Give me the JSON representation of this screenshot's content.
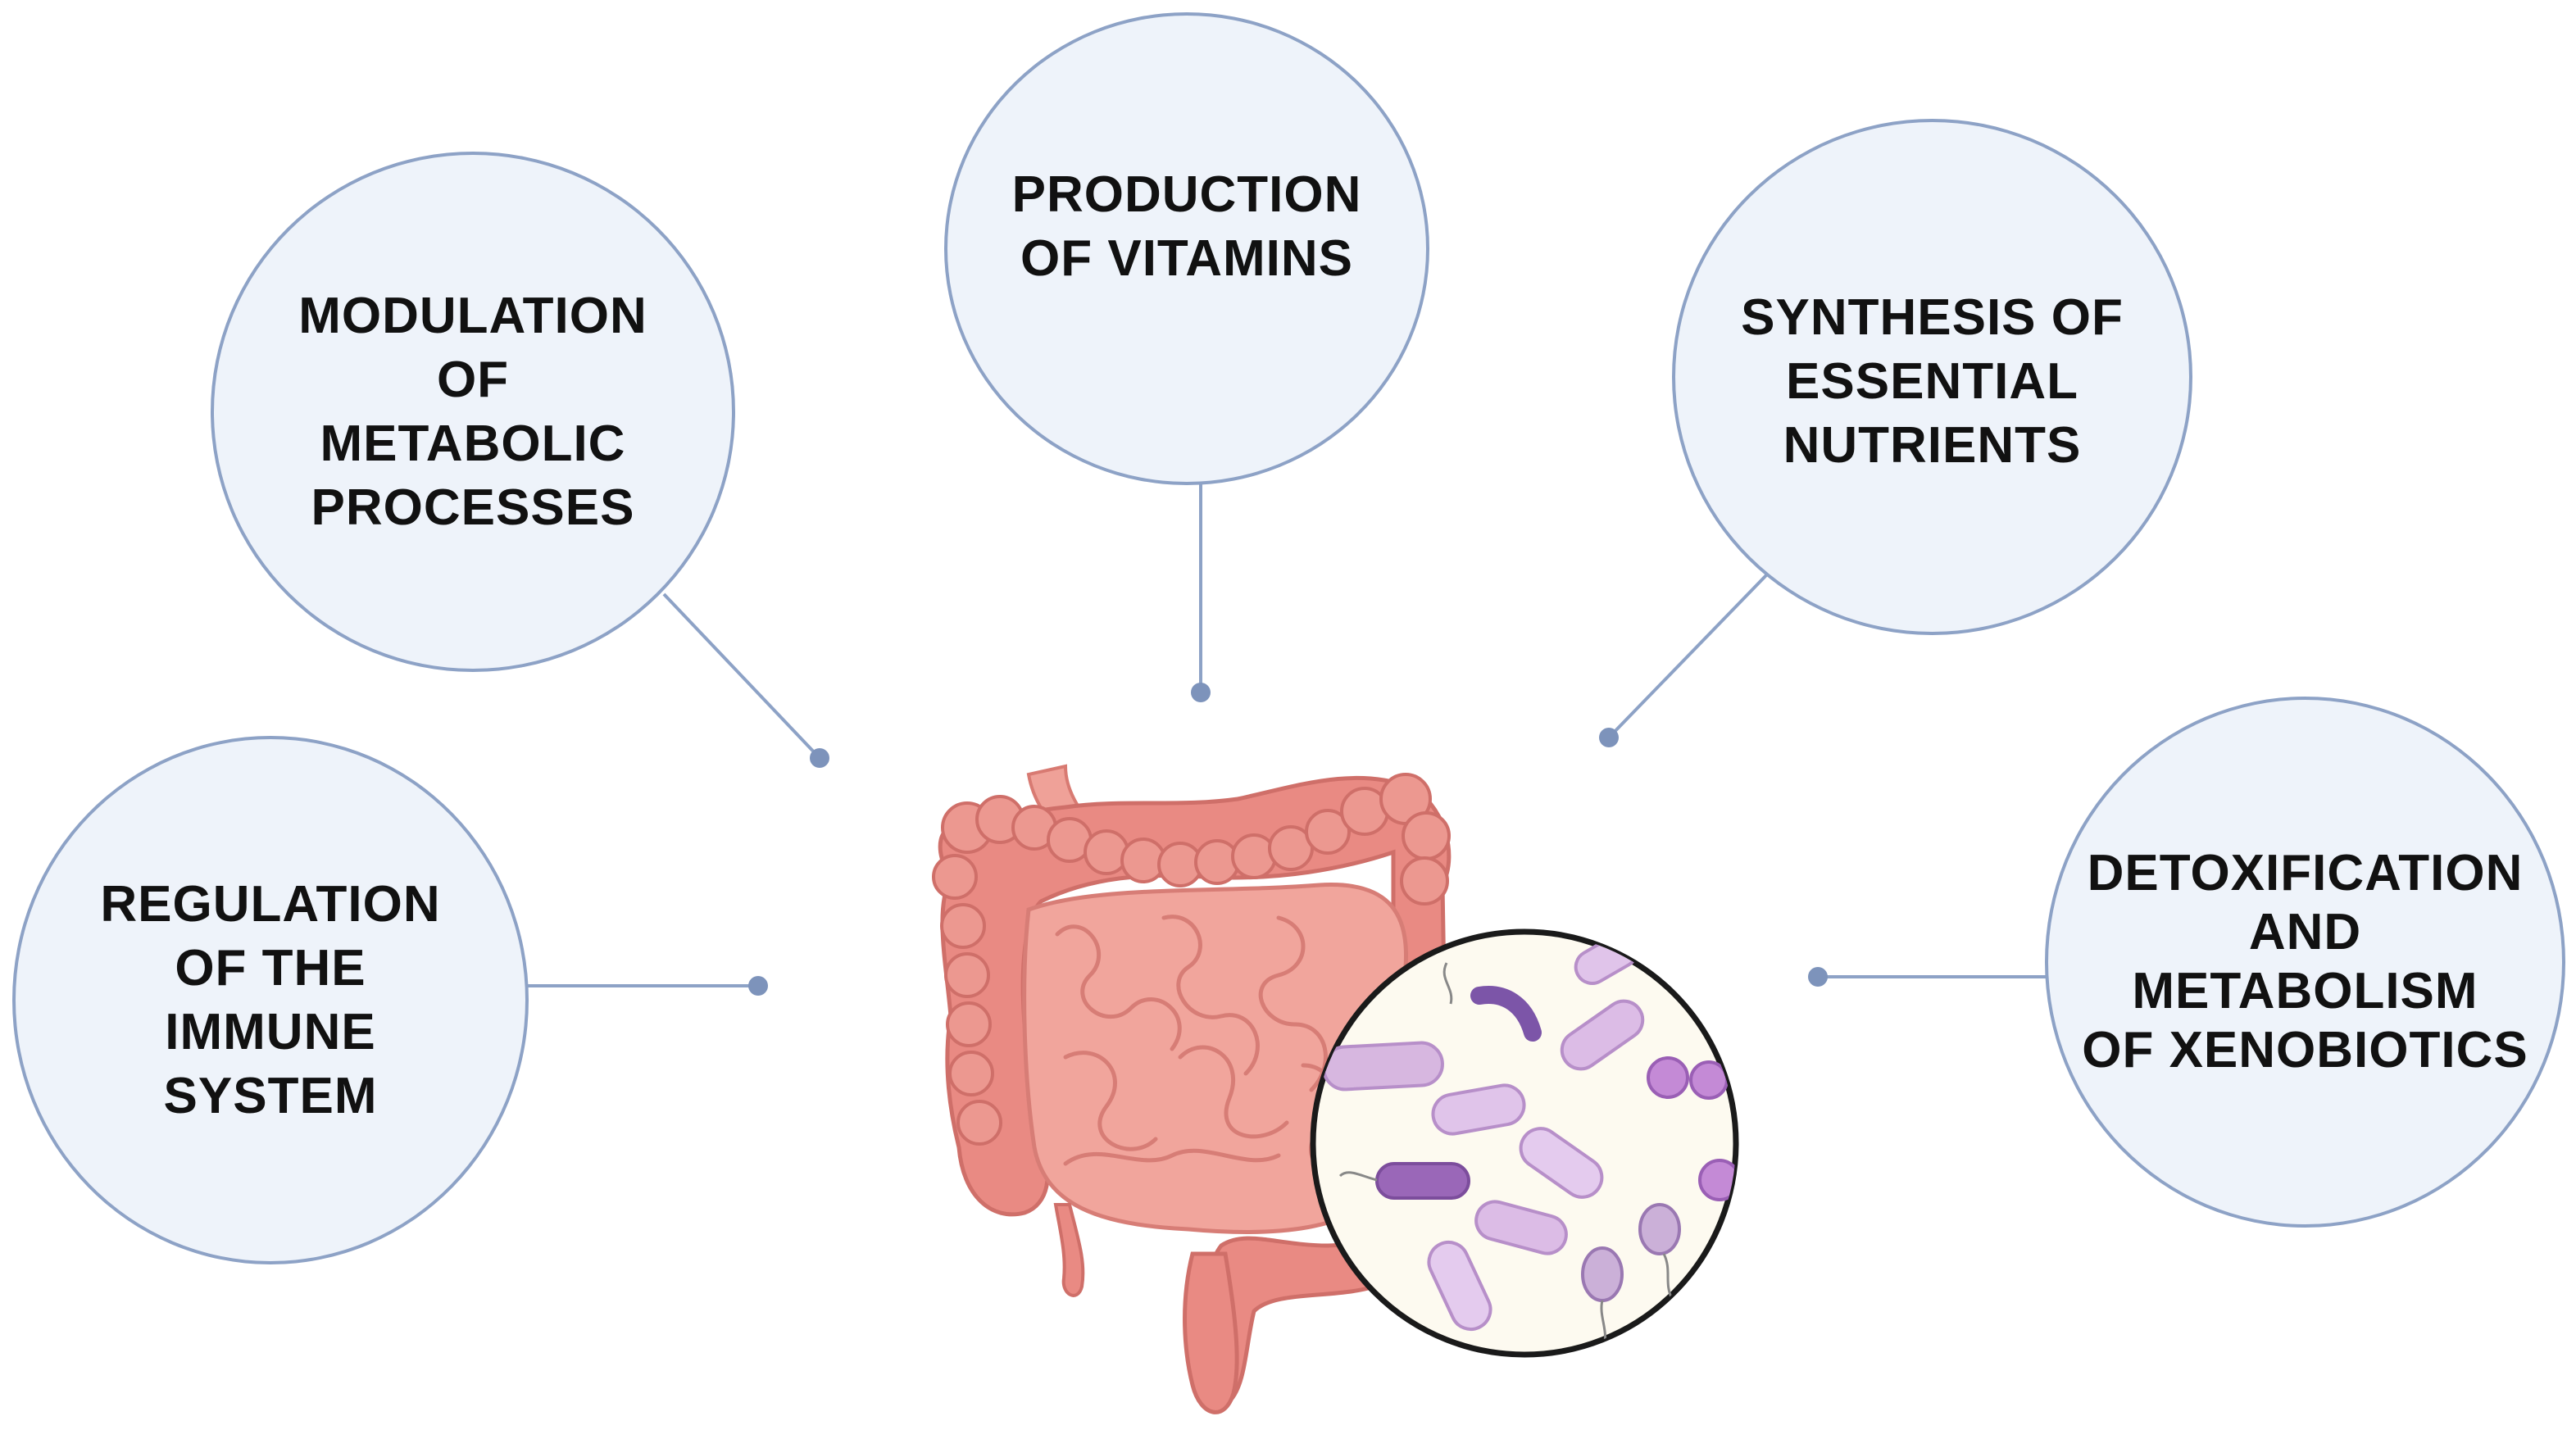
{
  "functions": [
    {
      "id": "immune",
      "lines": [
        "REGULATION",
        "OF THE",
        "IMMUNE",
        "SYSTEM"
      ]
    },
    {
      "id": "metabolic",
      "lines": [
        "MODULATION",
        "OF",
        "METABOLIC",
        "PROCESSES"
      ]
    },
    {
      "id": "vitamins",
      "lines": [
        "PRODUCTION",
        "OF VITAMINS"
      ]
    },
    {
      "id": "nutrients",
      "lines": [
        "SYNTHESIS OF",
        "ESSENTIAL",
        "NUTRIENTS"
      ]
    },
    {
      "id": "xenobiotics",
      "lines": [
        "DETOXIFICATION",
        "AND",
        "METABOLISM",
        "OF XENOBIOTICS"
      ]
    }
  ],
  "colors": {
    "bubble_fill": "#eef3fa",
    "bubble_border": "#8da2c6",
    "connector": "#8da2c6",
    "intestine": "#e8857e",
    "microbiome_bg": "#fdfaf0"
  }
}
